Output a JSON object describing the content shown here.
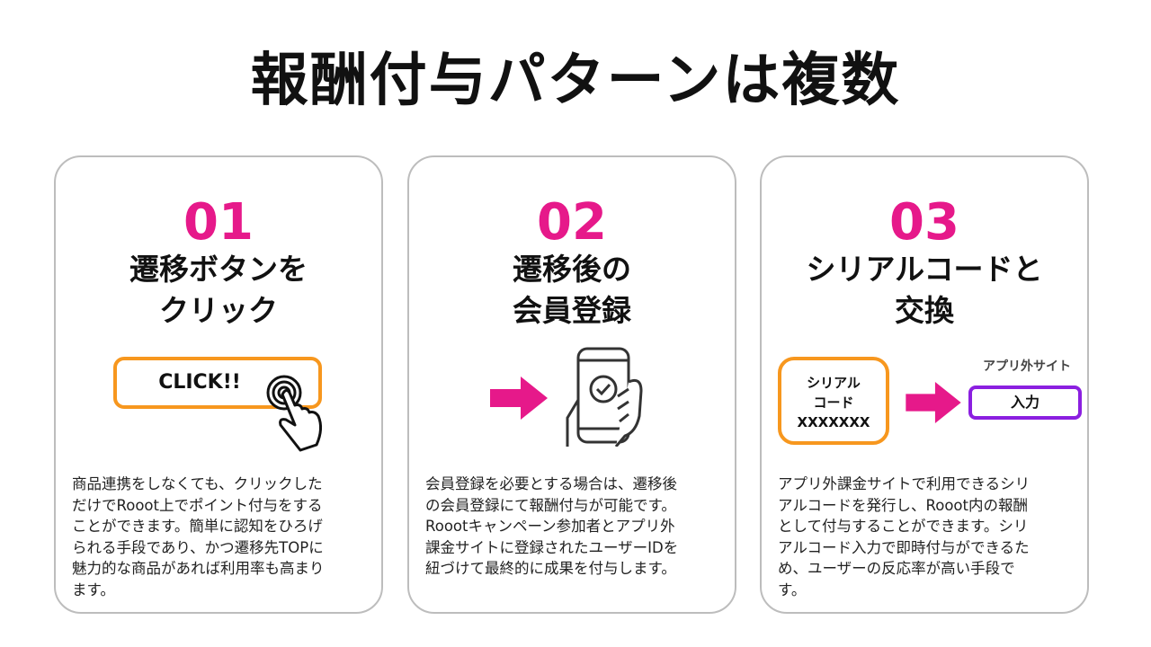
{
  "title": "報酬付与パターンは複数",
  "colors": {
    "accent_pink": "#e6198a",
    "orange": "#f7971e",
    "purple": "#8b1fe0"
  },
  "cards": [
    {
      "number": "01",
      "heading": [
        "遷移ボタンを",
        "クリック"
      ],
      "button_label": "CLICK!!",
      "icon": "hand-tap-icon",
      "body": [
        "商品連携をしなくても、クリックした",
        "だけでRooot上でポイント付与をする",
        "ことができます。簡単に認知をひろげ",
        "られる手段であり、かつ遷移先TOPに",
        "魅力的な商品があれば利用率も高まり",
        "ます。"
      ]
    },
    {
      "number": "02",
      "heading": [
        "遷移後の",
        "会員登録"
      ],
      "icon": "phone-check-icon",
      "body": [
        "会員登録を必要とする場合は、遷移後",
        "の会員登録にて報酬付与が可能です。",
        "Roootキャンペーン参加者とアプリ外",
        "課金サイトに登録されたユーザーIDを",
        "紐づけて最終的に成果を付与します。"
      ]
    },
    {
      "number": "03",
      "heading": [
        "シリアルコードと",
        "交換"
      ],
      "serial_box": [
        "シリアル",
        "コード",
        "XXXXXXX"
      ],
      "outside_label": "アプリ外サイト",
      "input_label": "入力",
      "body": [
        "アプリ外課金サイトで利用できるシリ",
        "アルコードを発行し、Rooot内の報酬",
        "として付与することができます。シリ",
        "アルコード入力で即時付与ができるた",
        "め、ユーザーの反応率が高い手段で",
        "す。"
      ]
    }
  ]
}
